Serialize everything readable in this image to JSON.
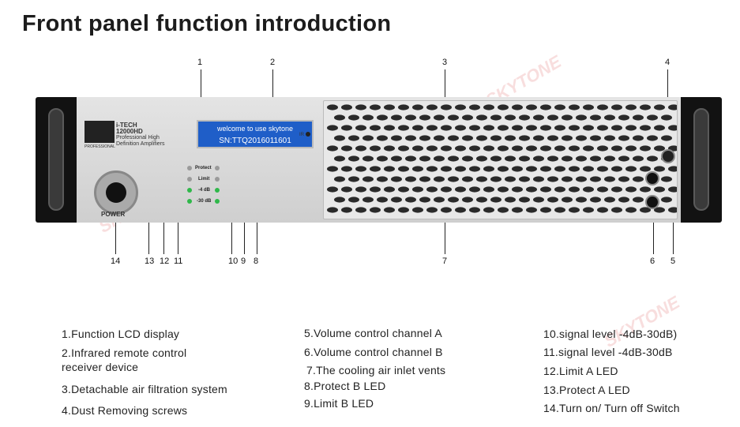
{
  "title": "Front panel function introduction",
  "watermark": "SKYTONE",
  "panel": {
    "lcd_line1": "welcome to use skytone",
    "lcd_line2": "SN:TTQ2016011601",
    "ir_label": "IR",
    "brand_sub": "PROFESSIONAL",
    "model_line1": "i-TECH",
    "model_line2": "12000HD",
    "model_line3": "Professional High",
    "model_line4": "Definition Amplifiers",
    "power_label": "POWER",
    "led_labels": [
      "Protect",
      "Limit",
      "-4 dB",
      "-30 dB"
    ]
  },
  "callouts": [
    "1",
    "2",
    "3",
    "4",
    "5",
    "6",
    "7",
    "8",
    "9",
    "10",
    "11",
    "12",
    "13",
    "14"
  ],
  "legend": [
    "1.Function LCD display",
    "2.Infrared remote control receiver device",
    "3.Detachable air filtration system",
    "4.Dust Removing screws",
    "5.Volume control channel A",
    "6.Volume control channel B",
    "7.The cooling air inlet vents",
    "8.Protect B LED",
    "9.Limit B LED",
    "10.signal level  -4dB-30dB)",
    "11.signal level -4dB-30dB",
    "12.Limit A LED",
    "13.Protect A LED",
    "14.Turn on/ Turn off Switch"
  ],
  "colors": {
    "lcd": "#1f5ec8",
    "led_green": "#2fb84a",
    "watermark": "#f3c4c4"
  }
}
